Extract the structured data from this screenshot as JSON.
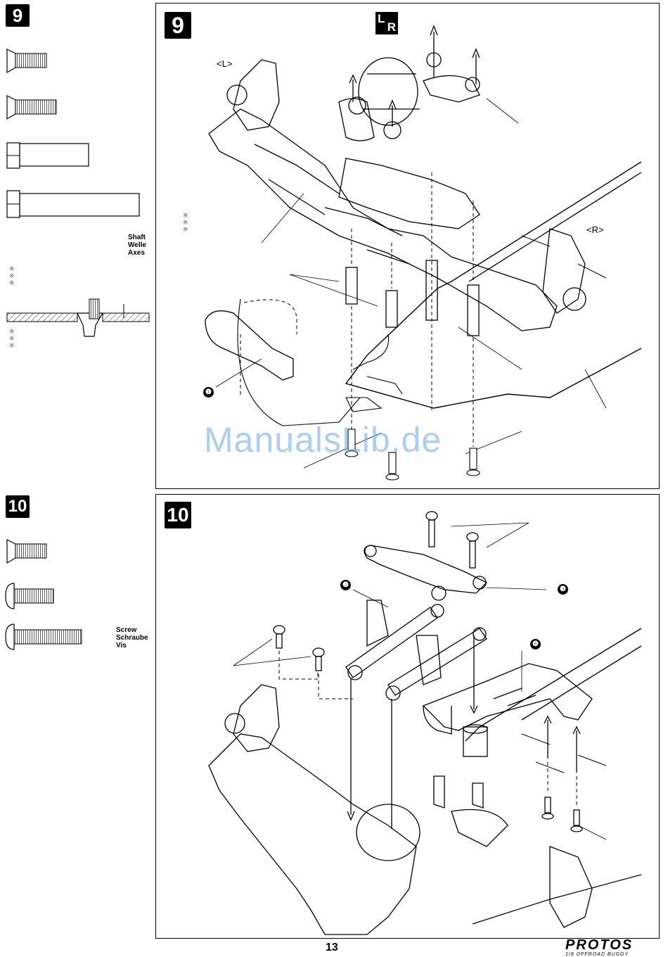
{
  "steps": [
    {
      "number": "9",
      "parts_label": [
        "Shaft",
        "Welle",
        "Axes"
      ],
      "notes_mid": [
        "※",
        "※",
        "※"
      ],
      "notes_low": [
        "※",
        "※",
        "※"
      ],
      "panel_notes": [
        "※",
        "※",
        "※"
      ],
      "lr_icon": {
        "left": "L",
        "right": "R"
      },
      "side_labels": {
        "left": "<L>",
        "right": "<R>"
      },
      "callouts": [
        "❶"
      ]
    },
    {
      "number": "10",
      "parts_label": [
        "Screw",
        "Schraube",
        "Vis"
      ],
      "callouts": [
        "❷",
        "❸",
        "❻"
      ]
    }
  ],
  "watermark": "ManualsLib.de",
  "footer": {
    "page_number": "13",
    "brand": "PROTOS",
    "brand_subtitle": "1/8 OFFROAD BUGGY"
  }
}
